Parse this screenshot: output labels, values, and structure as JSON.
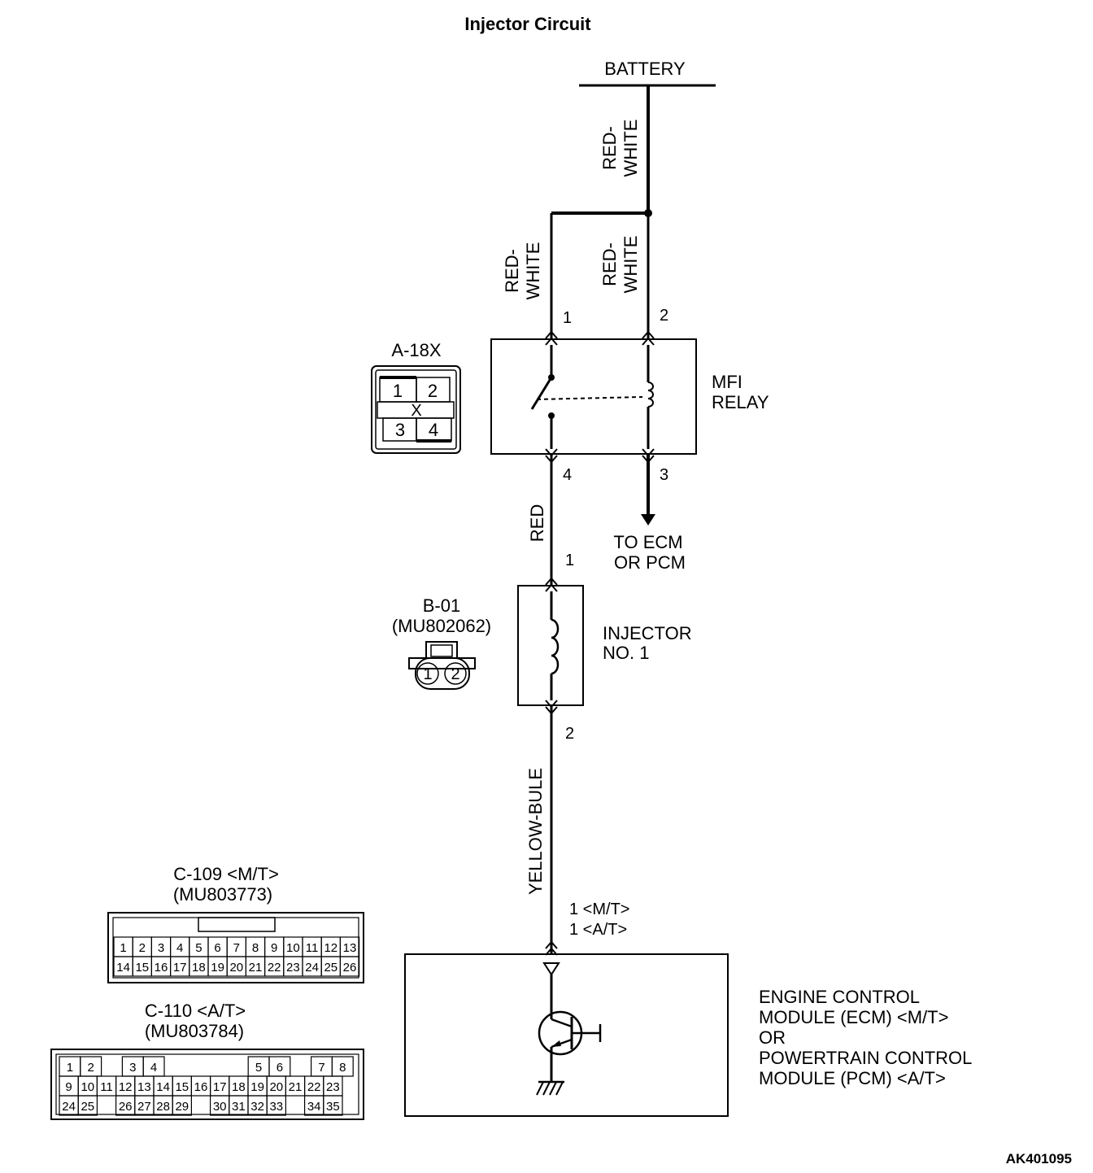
{
  "title": "Injector Circuit",
  "figure_code": "AK401095",
  "battery": {
    "label": "BATTERY",
    "wire_color": "RED-WHITE"
  },
  "wires": {
    "relay_pin1": "RED-WHITE",
    "relay_pin2": "RED-WHITE",
    "relay_to_injector": "RED",
    "injector_to_module": "YELLOW-BULE"
  },
  "wire_label_lines": {
    "battery": [
      "RED-",
      "WHITE"
    ],
    "relay_pin1": [
      "RED-",
      "WHITE"
    ],
    "relay_pin2": [
      "RED-",
      "WHITE"
    ],
    "relay_to_injector": [
      "RED"
    ],
    "injector_to_module": [
      "YELLOW-BULE"
    ]
  },
  "relay": {
    "name_lines": [
      "MFI",
      "RELAY"
    ],
    "pins": {
      "p1": "1",
      "p2": "2",
      "p3": "3",
      "p4": "4"
    },
    "connector": {
      "label": "A-18X",
      "cells": [
        "1",
        "2",
        "3",
        "4"
      ],
      "mark": "X"
    }
  },
  "to_ecm": [
    "TO ECM",
    "OR PCM"
  ],
  "injector": {
    "name_lines": [
      "INJECTOR",
      "NO. 1"
    ],
    "pins": {
      "p1": "1",
      "p2": "2"
    },
    "connector": {
      "label": "B-01",
      "part": "(MU802062)",
      "cells": [
        "1",
        "2"
      ]
    }
  },
  "module": {
    "pin_lines": [
      "1 <M/T>",
      "1 <A/T>"
    ],
    "name_lines": [
      "ENGINE CONTROL",
      "MODULE (ECM) <M/T>",
      "OR",
      "POWERTRAIN CONTROL",
      "MODULE (PCM) <A/T>"
    ]
  },
  "connectors": {
    "c109": {
      "label": "C-109 <M/T>",
      "part": "(MU803773)",
      "row1": [
        "1",
        "2",
        "3",
        "4",
        "5",
        "6",
        "7",
        "8",
        "9",
        "10",
        "11",
        "12",
        "13"
      ],
      "row2": [
        "14",
        "15",
        "16",
        "17",
        "18",
        "19",
        "20",
        "21",
        "22",
        "23",
        "24",
        "25",
        "26"
      ]
    },
    "c110": {
      "label": "C-110 <A/T>",
      "part": "(MU803784)",
      "row1": [
        "1",
        "2",
        "",
        "3",
        "4",
        "",
        "",
        "",
        "",
        "5",
        "6",
        "",
        "7",
        "8"
      ],
      "row2": [
        "9",
        "10",
        "11",
        "12",
        "13",
        "14",
        "15",
        "16",
        "17",
        "18",
        "19",
        "20",
        "21",
        "22",
        "23"
      ],
      "row3": [
        "24",
        "25",
        "",
        "26",
        "27",
        "28",
        "29",
        "",
        "30",
        "31",
        "32",
        "33",
        "",
        "34",
        "35"
      ]
    }
  }
}
